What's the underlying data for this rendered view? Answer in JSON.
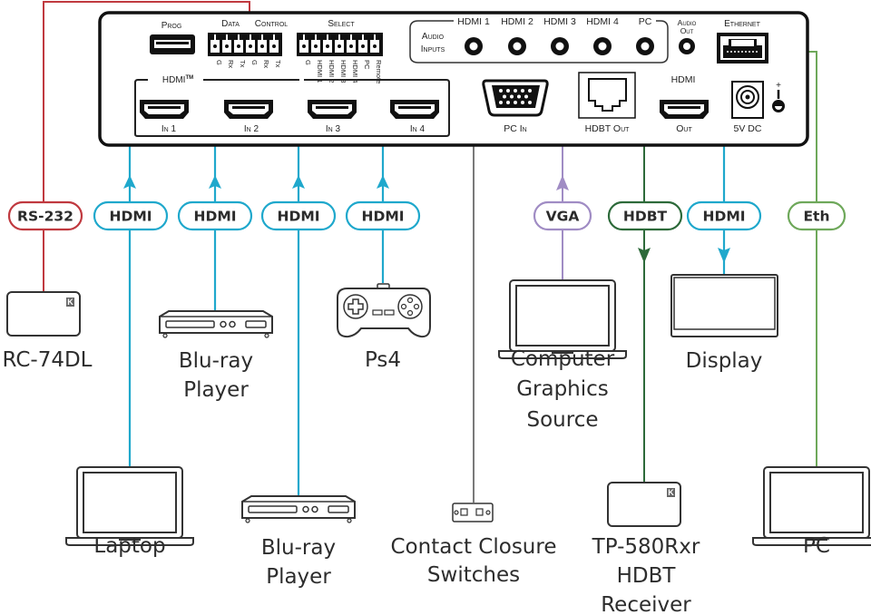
{
  "colors": {
    "rs232": "#c0393f",
    "hdmi": "#1fa8cc",
    "vga": "#a08cc4",
    "hdbt": "#2d6a3a",
    "ethernet": "#6ea85a",
    "contact": "#6b6b6b",
    "panel_stroke": "#111111",
    "device_stroke": "#333333"
  },
  "panel": {
    "prog_label": "Prog",
    "data_control_labels": [
      "Data",
      "Control"
    ],
    "data_pins": [
      "G",
      "Rx",
      "Tx",
      "G",
      "Rx",
      "Tx"
    ],
    "select_label": "Select",
    "select_pins": [
      "G",
      "HDMI 1",
      "HDMI 2",
      "HDMI 3",
      "HDMI 4",
      "PC",
      "Remote"
    ],
    "hdmi_group_label": "HDMI",
    "hdmi_tm": "TM",
    "hdmi_inputs": [
      "In 1",
      "In 2",
      "In 3",
      "In 4"
    ],
    "audio_inputs_label": [
      "Audio",
      "Inputs"
    ],
    "audio_input_names": [
      "HDMI 1",
      "HDMI 2",
      "HDMI 3",
      "HDMI 4",
      "PC"
    ],
    "audio_out_label": [
      "Audio",
      "Out"
    ],
    "ethernet_label": "Ethernet",
    "pc_in_label": "PC In",
    "hdbt_out_label": "HDBT Out",
    "hdmi_out_top_label": "HDMI",
    "hdmi_out_label": "Out",
    "power_label": "5V DC",
    "power_polarity": "+"
  },
  "cables": [
    {
      "id": "rs232",
      "label": "RS-232",
      "color_key": "rs232"
    },
    {
      "id": "hdmi-in1",
      "label": "HDMI",
      "color_key": "hdmi"
    },
    {
      "id": "hdmi-in2",
      "label": "HDMI",
      "color_key": "hdmi"
    },
    {
      "id": "hdmi-in3",
      "label": "HDMI",
      "color_key": "hdmi"
    },
    {
      "id": "hdmi-in4",
      "label": "HDMI",
      "color_key": "hdmi"
    },
    {
      "id": "vga",
      "label": "VGA",
      "color_key": "vga"
    },
    {
      "id": "hdbt",
      "label": "HDBT",
      "color_key": "hdbt"
    },
    {
      "id": "hdmi-out",
      "label": "HDMI",
      "color_key": "hdmi"
    },
    {
      "id": "eth",
      "label": "Eth",
      "color_key": "ethernet"
    }
  ],
  "devices": {
    "rc74dl": [
      "RC-74DL"
    ],
    "bluray_top": [
      "Blu-ray",
      "Player"
    ],
    "ps4": [
      "Ps4"
    ],
    "computer_graphics": [
      "Computer",
      "Graphics",
      "Source"
    ],
    "display": [
      "Display"
    ],
    "laptop": [
      "Laptop"
    ],
    "bluray_bottom": [
      "Blu-ray",
      "Player"
    ],
    "contact_closure": [
      "Contact Closure",
      "Switches"
    ],
    "receiver": [
      "TP-580Rxr",
      "HDBT",
      "Receiver"
    ],
    "pc": [
      "PC"
    ]
  }
}
